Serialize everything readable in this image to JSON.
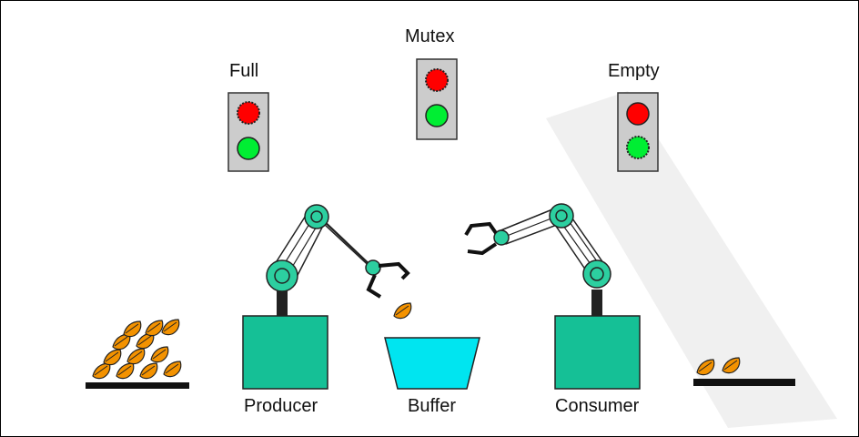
{
  "semaphores": {
    "full": {
      "label": "Full",
      "red": "on",
      "green": "on"
    },
    "mutex": {
      "label": "Mutex",
      "red": "on",
      "green": "on"
    },
    "empty": {
      "label": "Empty",
      "red": "on",
      "green": "on"
    }
  },
  "labels": {
    "producer": "Producer",
    "buffer": "Buffer",
    "consumer": "Consumer"
  },
  "colors": {
    "red": "#ff0000",
    "green": "#00ee33",
    "light_box": "#cccccc",
    "machine": "#15c096",
    "arm_joint": "#2ccfa0",
    "buffer": "#00e5f0",
    "item": "#f39200"
  }
}
